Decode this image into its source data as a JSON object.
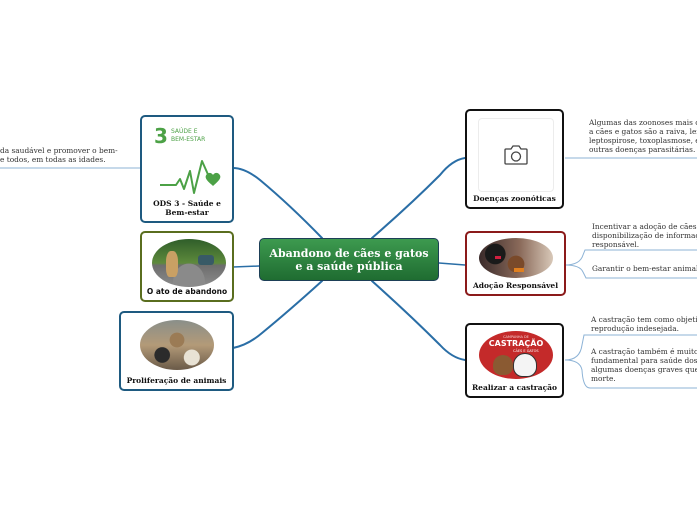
{
  "central": {
    "line1": "Abandono de cães e gatos",
    "line2": "e a saúde pública",
    "fill_color": "#2e7d3e"
  },
  "left_nodes": [
    {
      "id": "ods3",
      "label_line1": "ODS 3 - Saúde e",
      "label_line2": "Bem-estar",
      "icon": "sdg3-heartbeat-icon",
      "badge_number": "3",
      "badge_text_line1": "SAÚDE E",
      "badge_text_line2": "BEM-ESTAR",
      "border_color": "#1e5a80",
      "accent_color": "#4ca146"
    },
    {
      "id": "abandono",
      "label": "O ato de abandono",
      "image": "dog-on-road-photo",
      "border_color": "#5a6e1f"
    },
    {
      "id": "proliferacao",
      "label": "Proliferação de animais",
      "image": "crowded-dogs-photo",
      "border_color": "#1e5a80"
    }
  ],
  "left_notes": [
    {
      "line1": "da saudável e promover o bem-",
      "line2": "e todos, em todas as idades."
    }
  ],
  "right_nodes": [
    {
      "id": "doencas",
      "label": "Doenças zoonóticas",
      "image": "camera-placeholder-icon",
      "border_color": "#111111",
      "notes": [
        {
          "lines": [
            "Algumas das zoonoses mais co",
            "a cães e gatos são a raiva, leish",
            "leptospirose, toxoplasmose, es",
            "outras doenças parasitárias."
          ]
        }
      ]
    },
    {
      "id": "adocao",
      "label": "Adoção Responsável",
      "image": "person-petting-dog-photo",
      "border_color": "#8b1a1a",
      "notes": [
        {
          "lines": [
            "Incentivar a adoção de cães e",
            "disponibilização de informaçõ",
            "responsável."
          ]
        },
        {
          "lines": [
            "Garantir o bem-estar animal"
          ]
        }
      ]
    },
    {
      "id": "castracao",
      "label": "Realizar a castração",
      "image": "castracao-campaign-logo",
      "logo_text_small_top": "CAMPANHA DE",
      "logo_text_main": "CASTRAÇÃO",
      "logo_text_small_bottom": "CÃES E GATOS",
      "border_color": "#111111",
      "notes": [
        {
          "lines": [
            "A castração tem como objetivo",
            "reprodução indesejada."
          ]
        },
        {
          "lines": [
            "A castração também é muito i",
            "fundamental para saúde dos a",
            "algumas doenças graves que p",
            "morte."
          ]
        }
      ]
    }
  ],
  "colors": {
    "link": "#2a6ea6",
    "note_underline": "#8db3d6"
  }
}
